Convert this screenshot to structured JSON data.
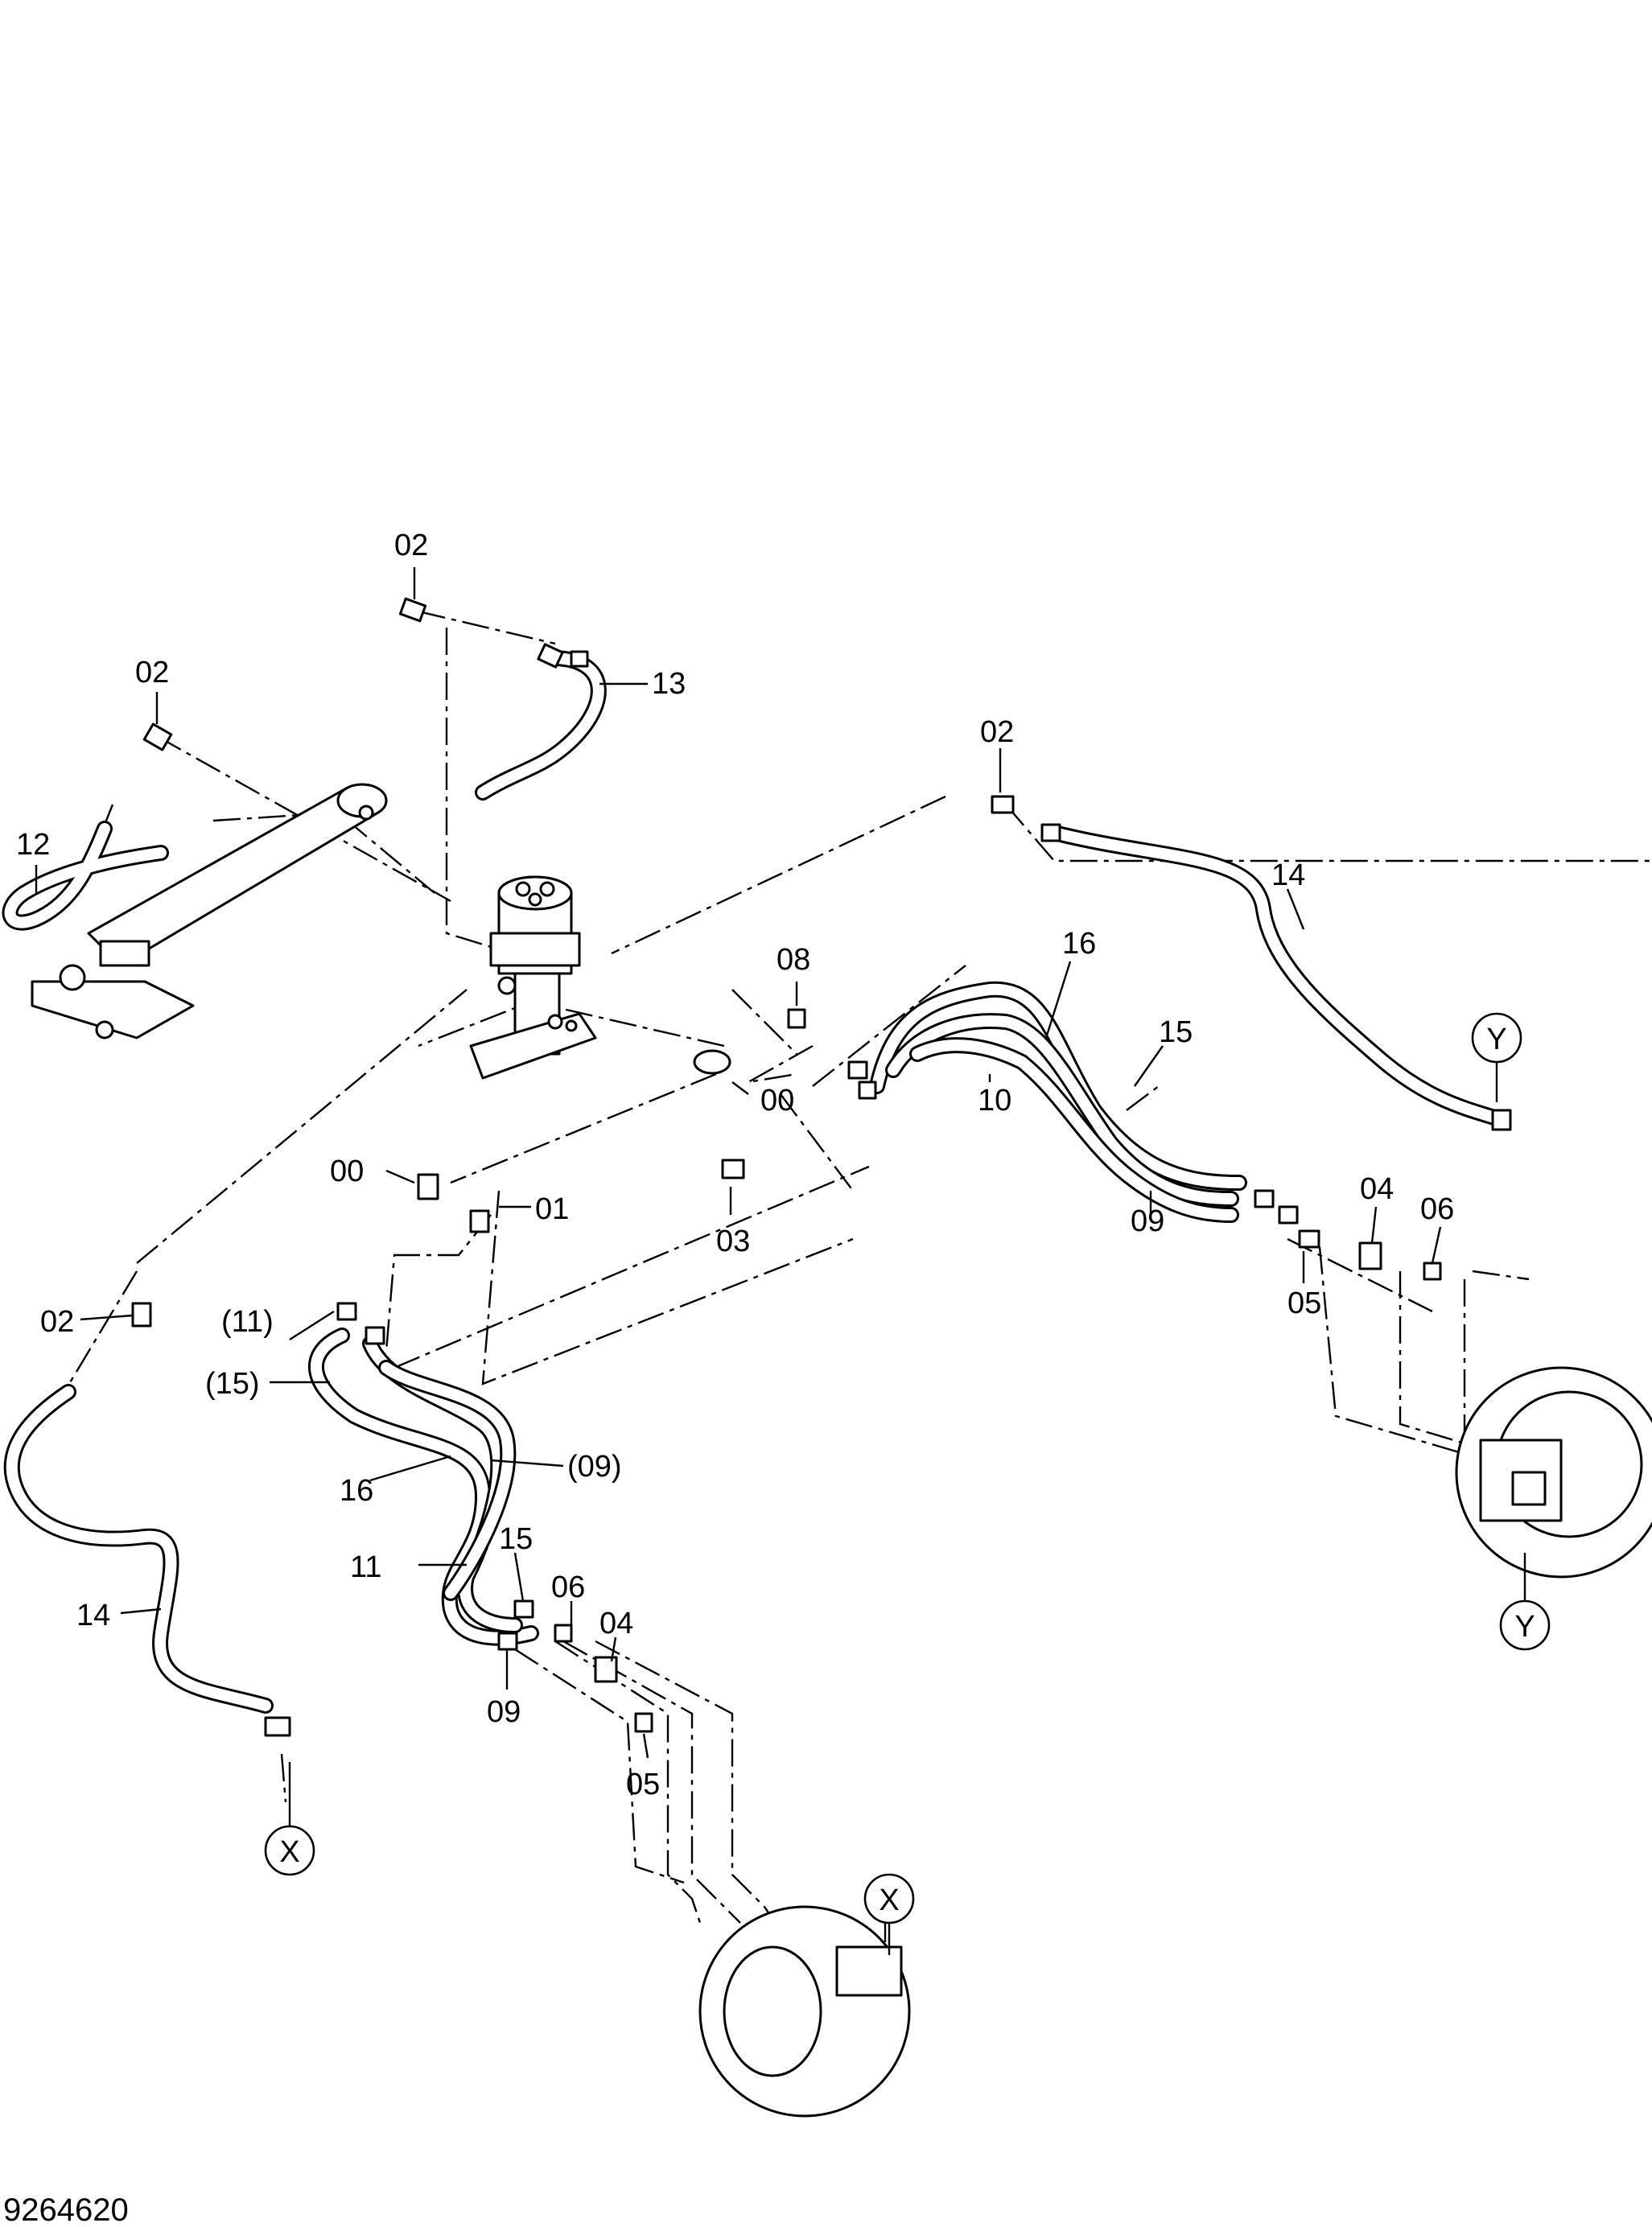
{
  "drawing_number": "9264620",
  "callouts": {
    "c02_top": "02",
    "c02_left": "02",
    "c02_right": "02",
    "c02_lower": "02",
    "c13": "13",
    "c12": "12",
    "c14_right": "14",
    "c14_left": "14",
    "c08": "08",
    "c16_right": "16",
    "c15_right": "15",
    "c10": "10",
    "c00_right": "00",
    "c00_left": "00",
    "c01": "01",
    "c03": "03",
    "c09_right": "09",
    "c04_right": "04",
    "c06_right": "06",
    "c05_right": "05",
    "c11_paren": "(11)",
    "c15_paren": "(15)",
    "c09_paren": "(09)",
    "c16_left": "16",
    "c11": "11",
    "c15_left": "15",
    "c06_left": "06",
    "c04_left": "04",
    "c09_left": "09",
    "c05_left": "05"
  },
  "references": {
    "y_top": "Y",
    "y_bottom": "Y",
    "x_left": "X",
    "x_bottom": "X"
  }
}
